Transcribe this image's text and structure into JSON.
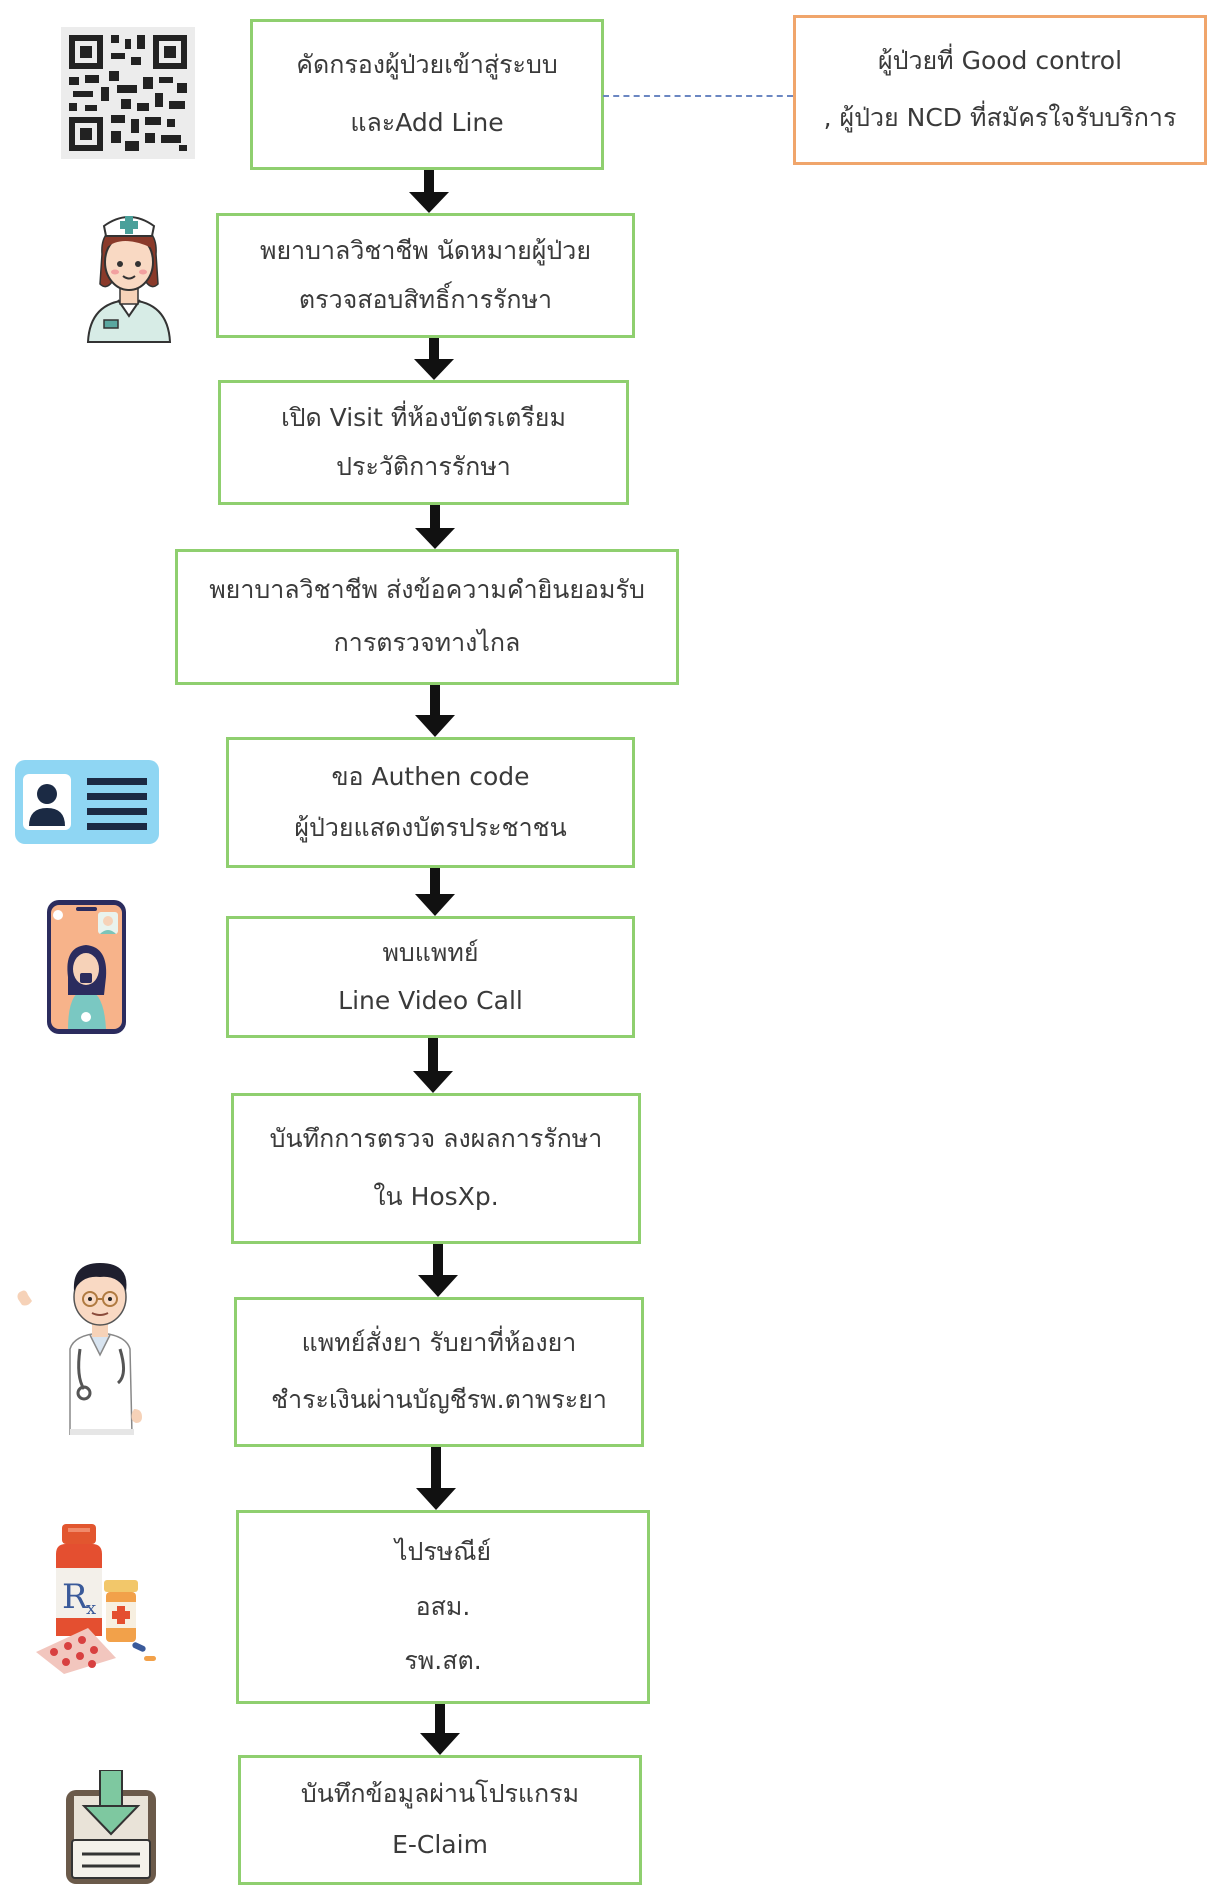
{
  "steps": [
    {
      "lines": [
        "คัดกรองผู้ป่วยเข้าสู่ระบบ",
        "และAdd Line"
      ]
    },
    {
      "lines": [
        "พยาบาลวิชาชีพ นัดหมายผู้ป่วย",
        "ตรวจสอบสิทธิ์การรักษา"
      ]
    },
    {
      "lines": [
        "เปิด Visit ที่ห้องบัตรเตรียม",
        "ประวัติการรักษา"
      ]
    },
    {
      "lines": [
        "พยาบาลวิชาชีพ ส่งข้อความคำยินยอมรับ",
        "การตรวจทางไกล"
      ]
    },
    {
      "lines": [
        "ขอ Authen code",
        "ผู้ป่วยแสดงบัตรประชาชน"
      ]
    },
    {
      "lines": [
        "พบแพทย์",
        "Line Video Call"
      ]
    },
    {
      "lines": [
        "บันทึกการตรวจ ลงผลการรักษา",
        "ใน HosXp."
      ]
    },
    {
      "lines": [
        "แพทย์สั่งยา รับยาที่ห้องยา",
        "ชำระเงินผ่านบัญชีรพ.ตาพระยา"
      ]
    },
    {
      "lines": [
        "ไปรษณีย์",
        "อสม.",
        "รพ.สต."
      ]
    },
    {
      "lines": [
        "บันทึกข้อมูลผ่านโปรแกรม",
        "E-Claim"
      ]
    }
  ],
  "note": {
    "lines": [
      "ผู้ป่วยที่ Good control",
      ", ผู้ป่วย NCD ที่สมัครใจรับบริการ"
    ]
  },
  "colors": {
    "step_border": "#8fcf6f",
    "note_border": "#f0a56b",
    "connector": "#6b87c2",
    "arrow": "#111111"
  },
  "icons": [
    "qr-code-icon",
    "nurse-icon",
    "id-card-icon",
    "video-call-phone-icon",
    "doctor-icon",
    "medicine-icon",
    "download-save-icon"
  ]
}
